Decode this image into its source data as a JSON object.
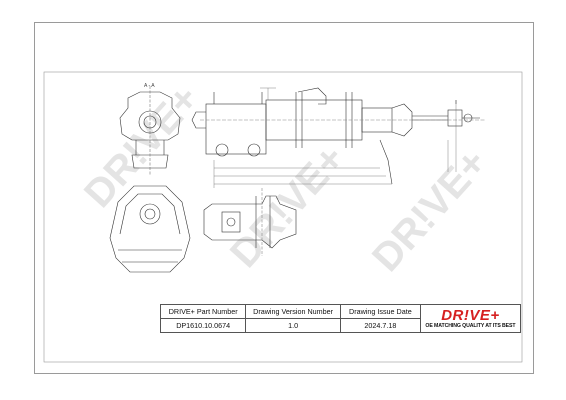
{
  "watermark": "DR!VE+",
  "drawing": {
    "section_label": "A - A"
  },
  "title_block": {
    "headers": [
      "DRIVE+ Part Number",
      "Drawing Version Number",
      "Drawing Issue Date"
    ],
    "values": [
      "DP1610.10.0674",
      "1.0",
      "2024.7.18"
    ],
    "logo_text": "DR!VE+",
    "logo_tagline": "OE MATCHING QUALITY AT ITS BEST"
  },
  "colors": {
    "brand_red": "#d62020",
    "line": "#555555",
    "watermark": "#cfcfcf"
  }
}
